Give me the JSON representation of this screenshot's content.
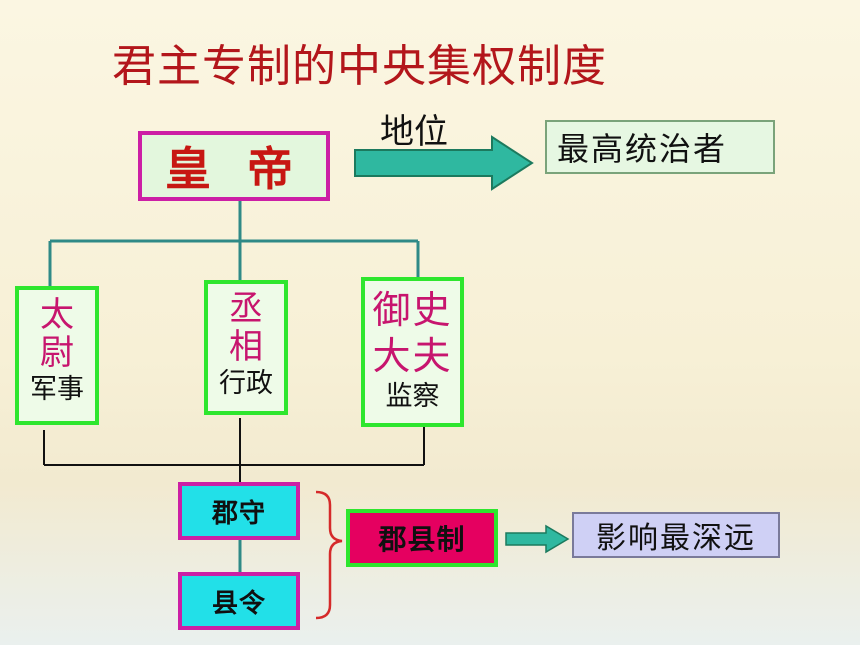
{
  "title": "君主专制的中央集权制度",
  "emperor": "皇 帝",
  "position_label": "地位",
  "supreme_ruler": "最高统治者",
  "officials": [
    {
      "name_line1": "太",
      "name_line2": "尉",
      "duty": "军事"
    },
    {
      "name_line1": "丞",
      "name_line2": "相",
      "duty": "行政"
    },
    {
      "name_line1": "御史",
      "name_line2": "大夫",
      "duty": "监察"
    }
  ],
  "local": {
    "commandery_governor": "郡守",
    "county_magistrate": "县令"
  },
  "system": "郡县制",
  "influence": "影响最深远",
  "colors": {
    "title": "#b3161b",
    "emperor_text": "#c71712",
    "magenta_border": "#cc1fa5",
    "green_border": "#2ee62e",
    "cyan_fill": "#22e0e8",
    "crimson_fill": "#e50060",
    "connector": "#2f8a87",
    "arrow_fill": "#2fb8a0"
  }
}
